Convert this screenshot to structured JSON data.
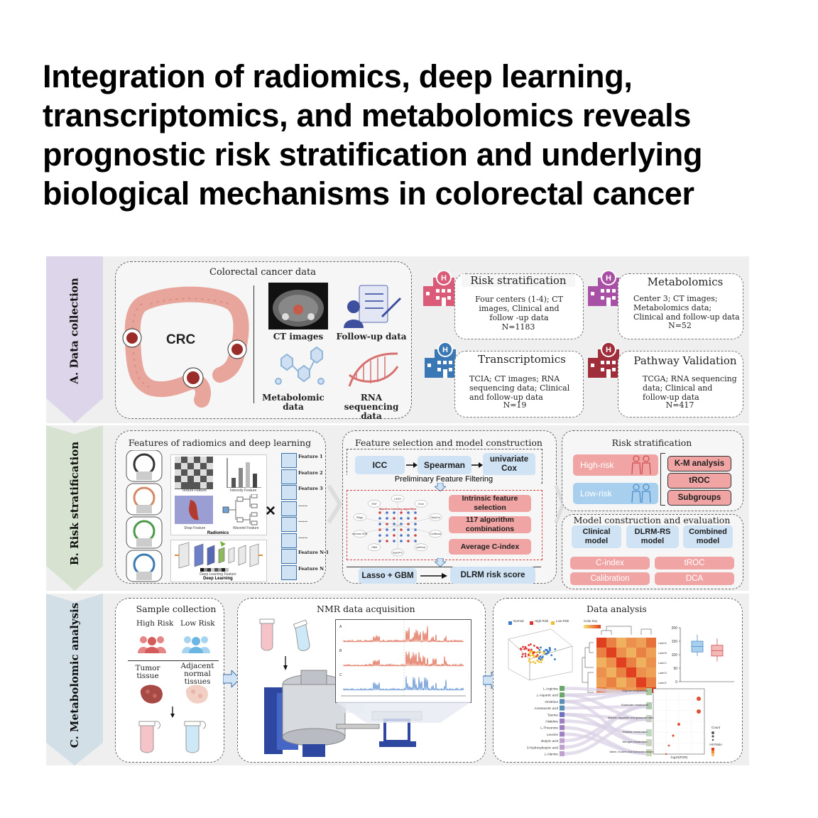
{
  "title": "Integration of radiomics, deep learning, transcriptomics, and metabolomics reveals prognostic risk stratification and underlying biological mechanisms in colorectal cancer",
  "colors": {
    "band_a": "#ddd6ea",
    "band_b": "#d7e3d0",
    "band_c": "#d3dfe6",
    "pink": "#f0a5a4",
    "blue": "#cfe3f5",
    "hospital_pink": "#d95b77",
    "hospital_purple": "#a84fa6",
    "hospital_blue": "#3a78b5",
    "hospital_red": "#9f2e3a"
  },
  "sections": {
    "a": "A. Data collection",
    "b": "B. Risk stratification",
    "c": "C. Metabolomic analysis"
  },
  "a": {
    "crc_title": "Colorectal cancer data",
    "crc_label": "CRC",
    "ct": "CT images",
    "followup": "Follow-up data",
    "metabolomic": "Metabolomic data",
    "rna": "RNA sequencing data",
    "cards": [
      {
        "title": "Risk stratification",
        "body": "Four centers (1-4); CT images, Clinical and follow -up data",
        "n": "N=1183"
      },
      {
        "title": "Metabolomics",
        "body": "Center 3; CT images; Metabolomics data; Clinical and  follow-up data",
        "n": "N=52"
      },
      {
        "title": "Transcriptomics",
        "body": "TCIA; CT images; RNA sequencing  data; Clinical and  follow-up data",
        "n": "N=19"
      },
      {
        "title": "Pathway Validation",
        "body": "TCGA; RNA sequencing data; Clinical and follow-up data",
        "n": "N=417"
      }
    ]
  },
  "b": {
    "features_title": "Features of radiomics and deep learning",
    "texture": "Texture Feature",
    "intensity": "Intensity Feature",
    "shape": "Shap Feature",
    "wavelet": "Wavelet Feature",
    "radiomics": "Radiomics",
    "dl_feature": "Deep Learning Feature",
    "deep_learning": "Deep Learning",
    "times": "×",
    "feature_list": [
      "Feature 1",
      "Feature 2",
      "Feature 3",
      "……",
      "……",
      "……",
      "Feature N-1",
      "Feature N"
    ],
    "fs_title": "Feature selection and model construction",
    "icc": "ICC",
    "spearman": "Spearman",
    "cox": "univariate Cox",
    "prelim": "Preliminary Feature Filtering",
    "ml_center": "Machine learning algorithm",
    "ml_nodes": [
      "Lasso",
      "Enet",
      "StepCox",
      "CoxBoost",
      "plsRcox",
      "SuperPC",
      "GBM",
      "survival-SVM",
      "Ridge",
      "RSF"
    ],
    "intrinsic": "Intrinsic feature selection",
    "algos": "117 algorithm combinations",
    "avg_c": "Average C-index",
    "lasso_gbm": "Lasso + GBM",
    "dlrm": "DLRM risk score",
    "rs_title": "Risk stratification",
    "high_risk": "High-risk",
    "low_risk": "Low-risk",
    "km": "K-M analysis",
    "troc": "tROC",
    "subgroups": "Subgroups",
    "mce_title": "Model construction and evaluation",
    "clinical": "Clinical model",
    "dlrmrs": "DLRM-RS model",
    "combined": "Combined model",
    "cindex": "C-index",
    "troc2": "tROC",
    "calibration": "Calibration",
    "dca": "DCA"
  },
  "c": {
    "sample_title": "Sample collection",
    "high": "High Risk",
    "low": "Low Risk",
    "tumor": "Tumor tissue",
    "adjacent": "Adjacent normal tissues",
    "nmr_title": "NMR data acquisition",
    "analysis_title": "Data analysis",
    "legend_normal": "Normal",
    "legend_high": "High Risk",
    "legend_low": "Low Risk",
    "color_key": "Color key",
    "box_ticks": [
      "200",
      "150",
      "100",
      "50",
      "0"
    ],
    "metabolites": [
      "L-Arginine",
      "L-Aspartic acid",
      "Ornithine",
      "Acetoacetic acid",
      "Taurine",
      "Histidine",
      "L-Threonine",
      "Leucine",
      "Butyric acid",
      "3-Hydroxybutyric acid",
      "L-Alanine"
    ],
    "pathways": [
      "Arginine biosynthesis",
      "Butanoate metabolism",
      "Alanine, aspartate and glutamate metabolism",
      "Histidine metabolism",
      "Nitrogen metabolism",
      "Valine, leucine and isoleucine biosynthesis"
    ],
    "count_label": "Count",
    "hr_label": "Hit Ratio",
    "xaxis": "-log10(FDR)"
  }
}
